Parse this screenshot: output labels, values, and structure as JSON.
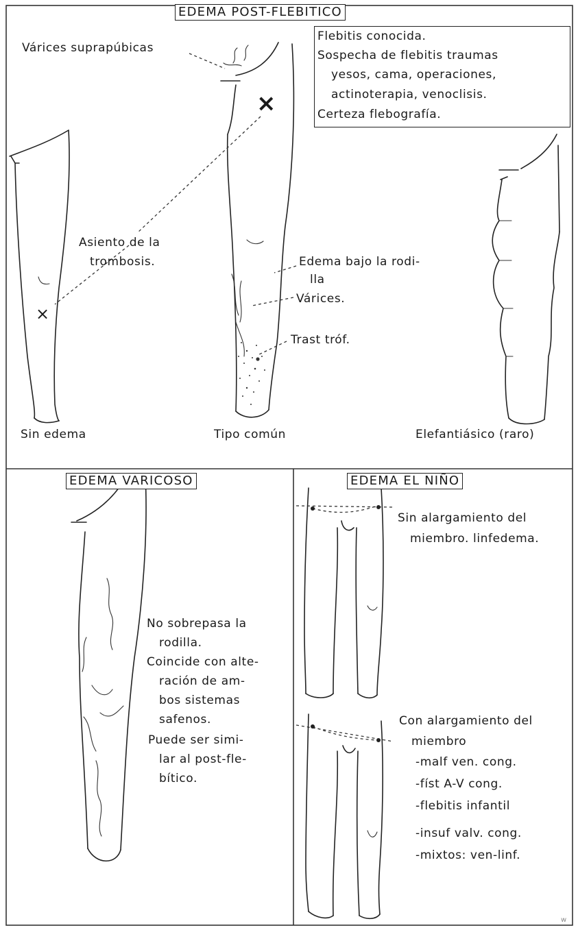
{
  "panel_top": {
    "title": "EDEMA POST-FLEBITICO",
    "info_lines": [
      "Flebitis conocida.",
      "Sospecha de flebitis traumas",
      "yesos, cama, operaciones,",
      "actinoterapia, venoclisis.",
      "Certeza flebografía."
    ],
    "labels": {
      "varices_suprapubicas": "Várices suprapúbicas",
      "asiento_1": "Asiento de la",
      "asiento_2": "trombosis.",
      "edema_bajo_1": "Edema bajo la rodi-",
      "edema_bajo_2": "lla",
      "varices": "Várices.",
      "trast_trof": "Trast tróf.",
      "mark_x": "×"
    },
    "captions": {
      "sin_edema": "Sin edema",
      "tipo_comun": "Tipo común",
      "elefantiasico": "Elefantiásico (raro)"
    }
  },
  "panel_varicoso": {
    "title": "EDEMA VARICOSO",
    "lines": [
      "No sobrepasa la",
      "rodilla.",
      "Coincide con alte-",
      "ración de am-",
      "bos sistemas",
      "safenos.",
      "Puede ser simi-",
      "lar al post-fle-",
      "bítico."
    ]
  },
  "panel_nino": {
    "title": "EDEMA EL NIÑO",
    "sin_alargamiento": [
      "Sin alargamiento del",
      "miembro. linfedema."
    ],
    "con_alargamiento": [
      "Con alargamiento del",
      "miembro"
    ],
    "causes": [
      "-malf ven. cong.",
      "-físt A-V cong.",
      "-flebitis infantil",
      "-insuf valv. cong.",
      "-mixtos: ven-linf."
    ]
  },
  "corner_mark": "w"
}
